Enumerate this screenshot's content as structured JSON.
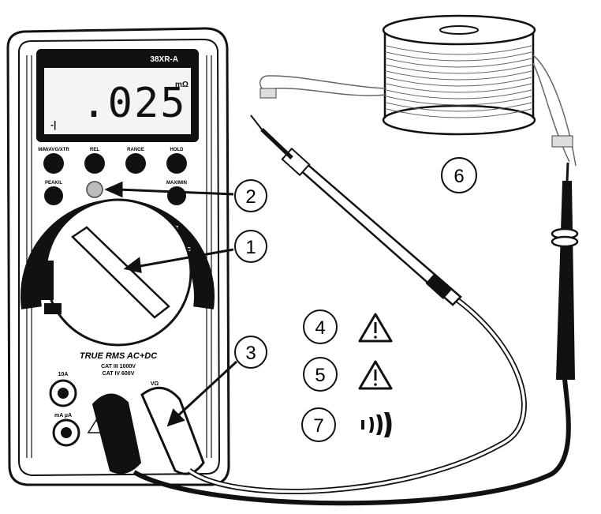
{
  "meter": {
    "model": "38XR-A",
    "display_reading": ".025",
    "display_unit": "mΩ",
    "display_indicator": "-|",
    "buttons": [
      "M/M/AVG/XTR",
      "REL",
      "RANGE",
      "HOLD"
    ],
    "buttons_row2": [
      "PEAK/L",
      "",
      "",
      "MAX/MIN"
    ],
    "brand_line": "TRUE RMS AC+DC",
    "rating_line1": "CAT III 1000V",
    "rating_line2": "CAT IV 600V",
    "jack_left_label": "10A",
    "jack_lower_label": "mA µA",
    "jack_right_label": "VΩ",
    "colors": {
      "outline": "#111111",
      "screen": "#f4f4f4",
      "light_button": "#bdbdbd"
    }
  },
  "callouts": {
    "c1": "1",
    "c2": "2",
    "c3": "3",
    "c4": "4",
    "c5": "5",
    "c6": "6",
    "c7": "7"
  },
  "icons": {
    "warning": "warning-triangle-icon",
    "continuity": "continuity-beeper-icon"
  }
}
